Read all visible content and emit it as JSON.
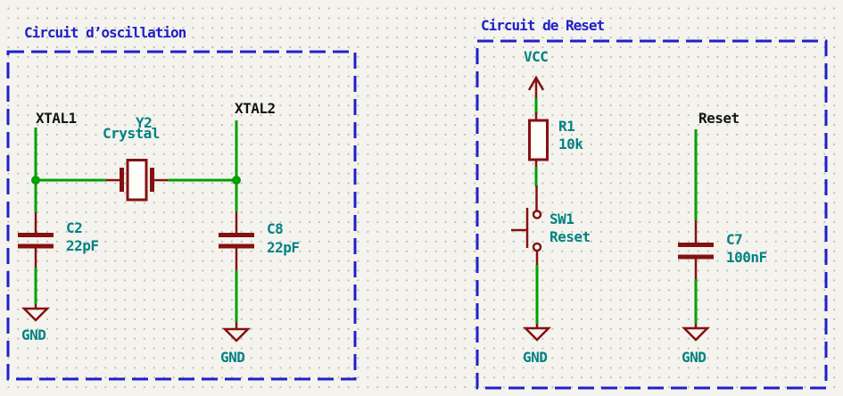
{
  "colors": {
    "canvas-bg": "#F4F3EE",
    "grid-dot": "#BDBDB5",
    "wire": "#00A000",
    "device": "#841111",
    "fields": "#008282",
    "labels": "#141414",
    "notes": "#2020C8",
    "body-fill": "#FDFDFA"
  },
  "oscillator": {
    "title": "Circuit d’oscillation",
    "net_labels": {
      "xtal1": "XTAL1",
      "xtal2": "XTAL2"
    },
    "crystal": {
      "ref": "Y2",
      "value": "Crystal"
    },
    "cap_left": {
      "ref": "C2",
      "value": "22pF"
    },
    "cap_right": {
      "ref": "C8",
      "value": "22pF"
    },
    "gnd_left": "GND",
    "gnd_right": "GND"
  },
  "reset": {
    "title": "Circuit de Reset",
    "power_label": "VCC",
    "resistor": {
      "ref": "R1",
      "value": "10k"
    },
    "switch": {
      "ref": "SW1",
      "value": "Reset"
    },
    "cap": {
      "ref": "C7",
      "value": "100nF"
    },
    "net_label": "Reset",
    "gnd_switch": "GND",
    "gnd_cap": "GND"
  }
}
